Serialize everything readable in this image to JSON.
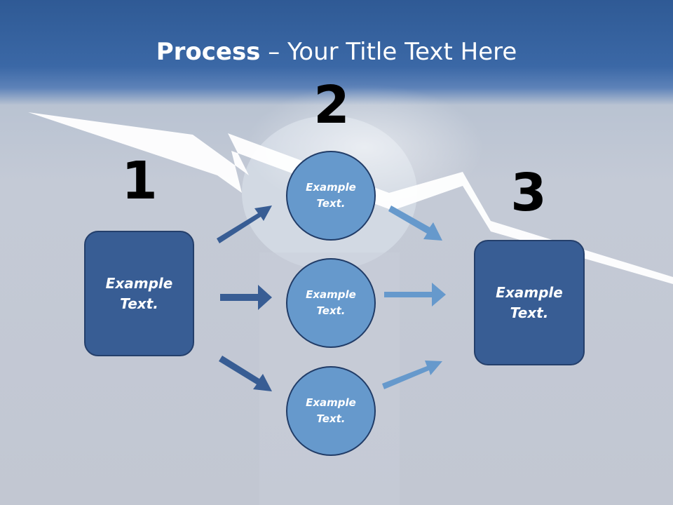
{
  "title": {
    "bold": "Process",
    "rest": " – Your Title Text Here"
  },
  "steps": [
    {
      "number": "1",
      "label": "Example Text."
    },
    {
      "number": "2",
      "labels": [
        "Example Text.",
        "Example Text.",
        "Example Text."
      ]
    },
    {
      "number": "3",
      "label": "Example Text."
    }
  ],
  "colors": {
    "box_fill": "#385d94",
    "circle_fill": "#6699cc",
    "arrow_dark": "#385d94",
    "arrow_light": "#6699cc",
    "header": "#2f5a95"
  }
}
